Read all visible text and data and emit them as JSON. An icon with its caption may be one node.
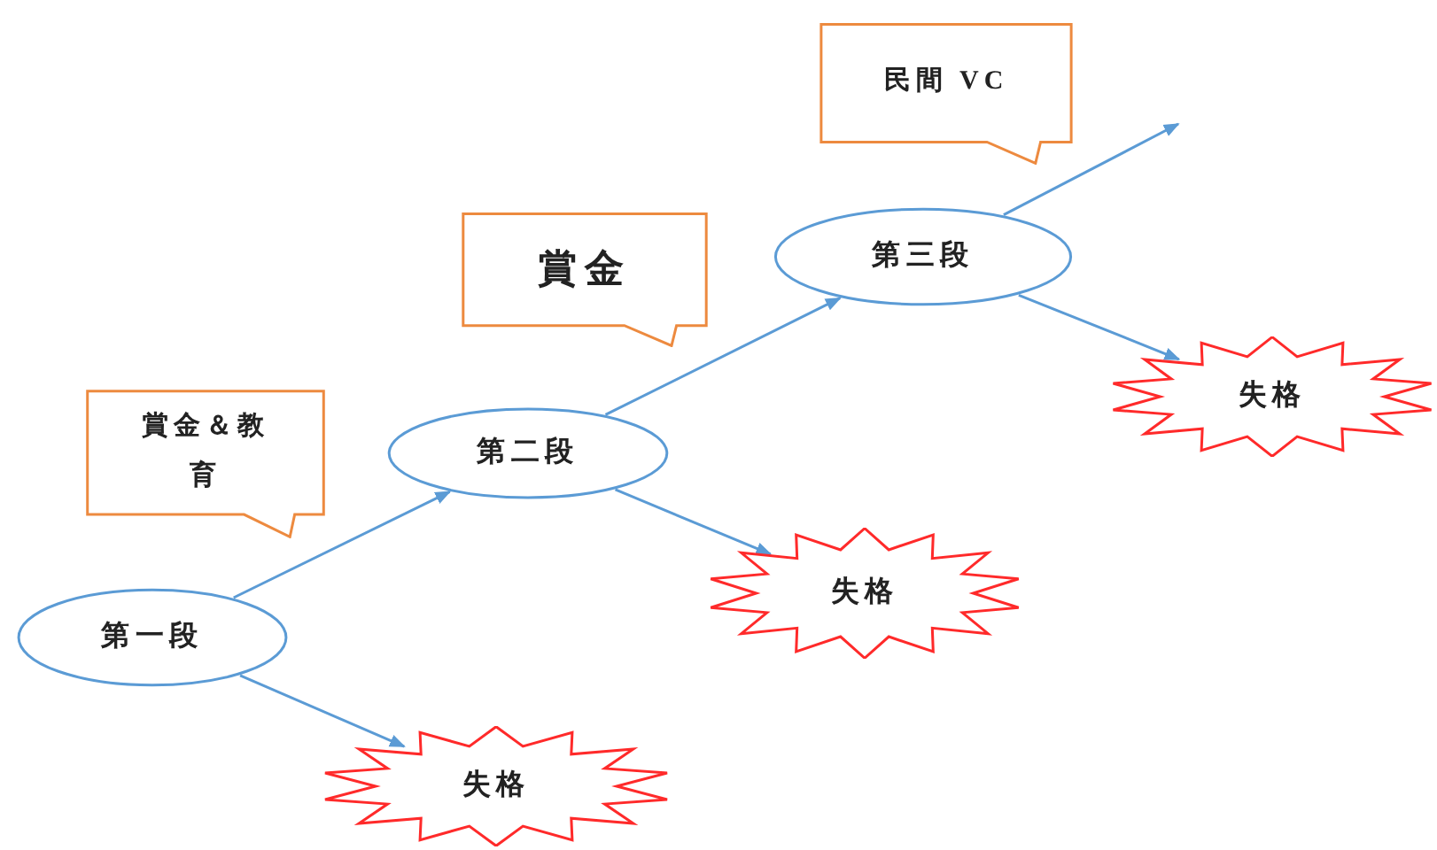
{
  "diagram": {
    "nodes": [
      {
        "text": [
          "第一段"
        ]
      },
      {
        "text": [
          "第二段"
        ]
      },
      {
        "text": [
          "第三段"
        ]
      },
      {
        "text": [
          "失格"
        ]
      },
      {
        "text": [
          "失格"
        ]
      },
      {
        "text": [
          "失格"
        ]
      },
      {
        "text": [
          "賞金＆教育"
        ]
      },
      {
        "text": [
          "賞金"
        ]
      },
      {
        "text": [
          "民間 VC"
        ]
      }
    ],
    "edges": [
      {
        "from": 0,
        "to": 1,
        "arrow": "to"
      },
      {
        "from": 0,
        "to": 3,
        "arrow": "to"
      },
      {
        "from": 1,
        "to": 2,
        "arrow": "to"
      },
      {
        "from": 1,
        "to": 4,
        "arrow": "to"
      },
      {
        "from": 2,
        "to": 5,
        "arrow": "to"
      },
      {
        "from": 2,
        "to": null,
        "arrow": "to"
      }
    ]
  }
}
